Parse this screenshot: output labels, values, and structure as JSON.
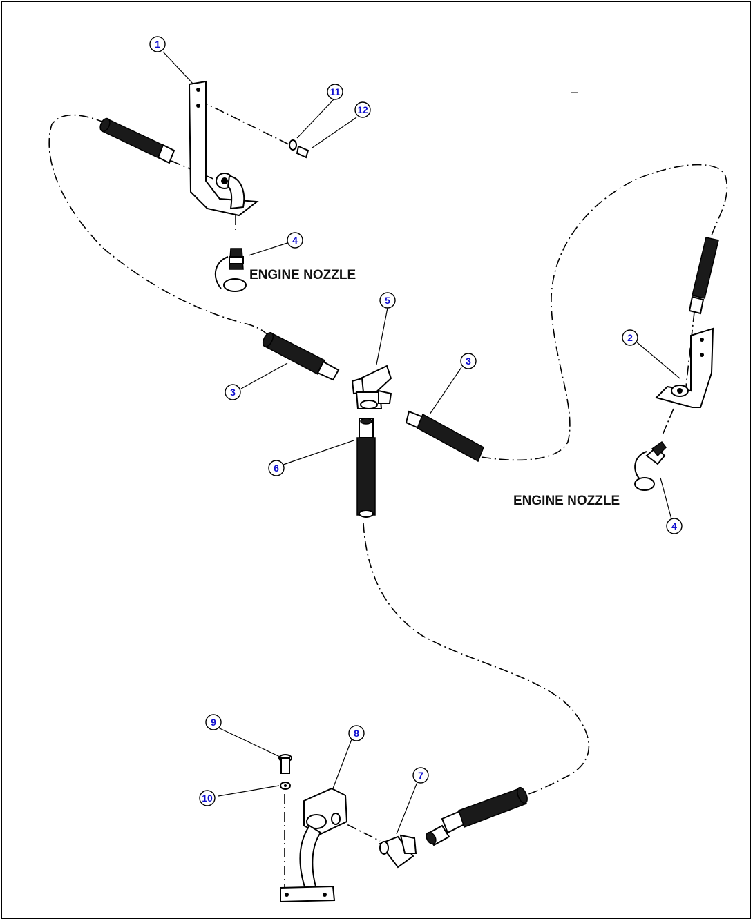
{
  "labels": {
    "engine_nozzle_left": "ENGINE NOZZLE",
    "engine_nozzle_right": "ENGINE NOZZLE"
  },
  "callouts": [
    "1",
    "2",
    "3",
    "3",
    "4",
    "4",
    "5",
    "6",
    "7",
    "8",
    "9",
    "10",
    "11",
    "12"
  ],
  "colors": {
    "callout_text": "#1010d0",
    "line": "#000000",
    "background": "#ffffff"
  }
}
